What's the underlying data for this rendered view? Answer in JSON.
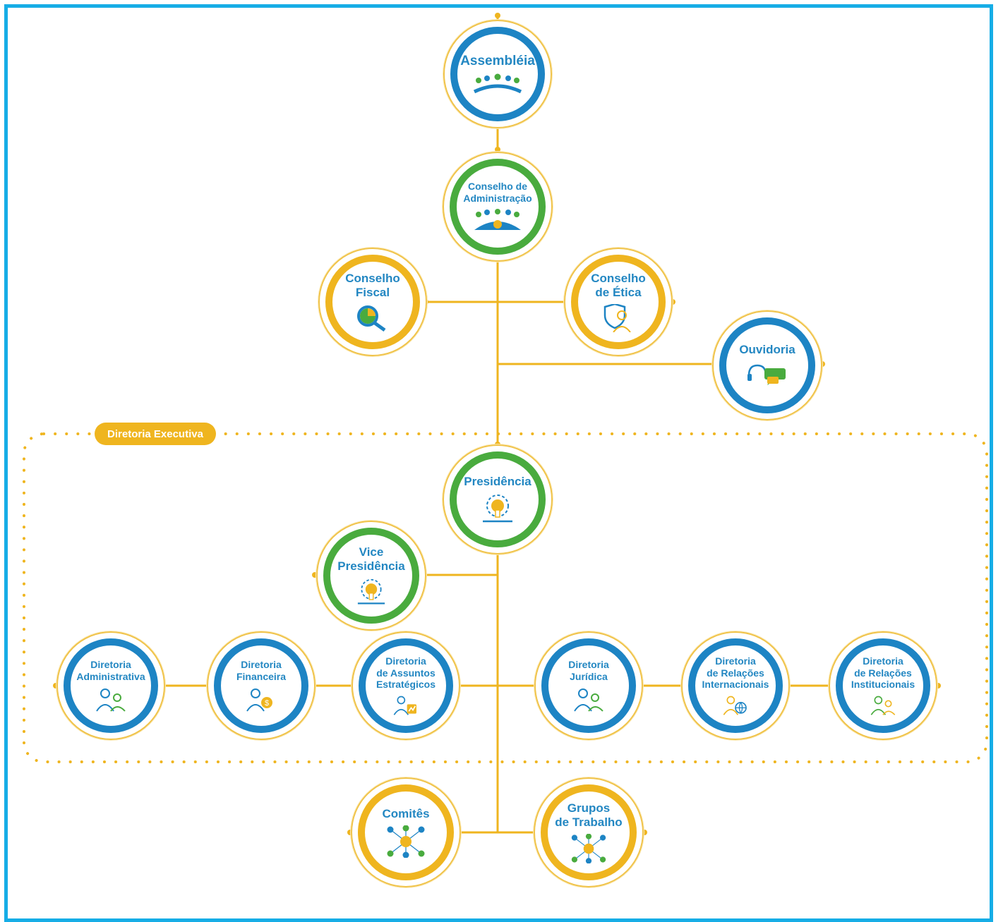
{
  "executive_group": {
    "label": "Diretoria Executiva"
  },
  "colors": {
    "frame": "#16ade6",
    "connector": "#efb51f",
    "label": "#2387c2",
    "ring_blue": "#1d84c4",
    "ring_green": "#49ab3e",
    "ring_yellow": "#efb51f"
  },
  "nodes": {
    "assembleia": {
      "label": "Assembléia",
      "ring": "blue",
      "icon": "assembly-icon"
    },
    "conselho_administracao": {
      "label": "Conselho de\nAdministração",
      "ring": "green",
      "icon": "board-icon"
    },
    "conselho_fiscal": {
      "label": "Conselho\nFiscal",
      "ring": "yellow",
      "icon": "magnifier-chart-icon"
    },
    "conselho_etica": {
      "label": "Conselho\nde Ética",
      "ring": "yellow",
      "icon": "shield-person-icon"
    },
    "ouvidoria": {
      "label": "Ouvidoria",
      "ring": "blue",
      "icon": "headset-chat-icon"
    },
    "presidencia": {
      "label": "Presidência",
      "ring": "green",
      "icon": "gear-person-icon"
    },
    "vice_presidencia": {
      "label": "Vice\nPresidência",
      "ring": "green",
      "icon": "gear-person-icon"
    },
    "diretoria_administrativa": {
      "label": "Diretoria\nAdministrativa",
      "ring": "blue",
      "icon": "people-icon"
    },
    "diretoria_financeira": {
      "label": "Diretoria\nFinanceira",
      "ring": "blue",
      "icon": "people-money-icon"
    },
    "diretoria_assuntos_estrategicos": {
      "label": "Diretoria\nde Assuntos\nEstratégicos",
      "ring": "blue",
      "icon": "people-strategy-icon"
    },
    "diretoria_juridica": {
      "label": "Diretoria\nJurídica",
      "ring": "blue",
      "icon": "people-icon"
    },
    "diretoria_relacoes_internacionais": {
      "label": "Diretoria\nde Relações\nInternacionais",
      "ring": "blue",
      "icon": "people-globe-icon"
    },
    "diretoria_relacoes_institucionais": {
      "label": "Diretoria\nde Relações\nInstitucionais",
      "ring": "blue",
      "icon": "people-icon"
    },
    "comites": {
      "label": "Comitês",
      "ring": "yellow",
      "icon": "network-icon"
    },
    "grupos_trabalho": {
      "label": "Grupos\nde Trabalho",
      "ring": "yellow",
      "icon": "network-icon"
    }
  },
  "edges": [
    [
      "assembleia",
      "conselho_administracao"
    ],
    [
      "conselho_administracao",
      "conselho_fiscal"
    ],
    [
      "conselho_administracao",
      "conselho_etica"
    ],
    [
      "conselho_administracao",
      "ouvidoria"
    ],
    [
      "conselho_administracao",
      "presidencia"
    ],
    [
      "presidencia",
      "vice_presidencia"
    ],
    [
      "presidencia",
      "diretoria_assuntos_estrategicos"
    ],
    [
      "diretoria_assuntos_estrategicos",
      "diretoria_financeira"
    ],
    [
      "diretoria_financeira",
      "diretoria_administrativa"
    ],
    [
      "presidencia",
      "diretoria_juridica"
    ],
    [
      "diretoria_juridica",
      "diretoria_relacoes_internacionais"
    ],
    [
      "diretoria_relacoes_internacionais",
      "diretoria_relacoes_institucionais"
    ],
    [
      "presidencia",
      "comites"
    ],
    [
      "presidencia",
      "grupos_trabalho"
    ]
  ]
}
